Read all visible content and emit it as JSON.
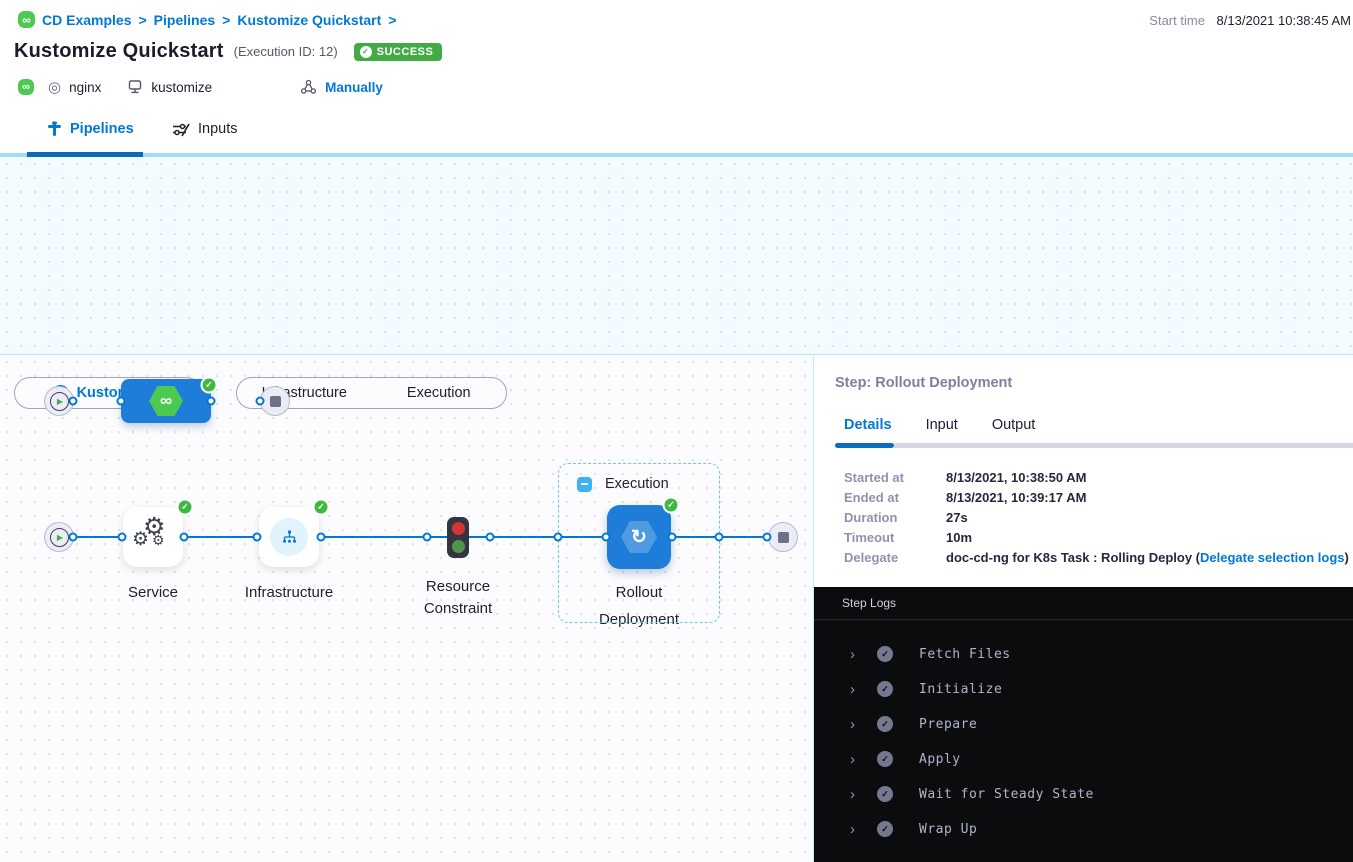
{
  "header": {
    "breadcrumb": {
      "separator": ">",
      "items": [
        "CD Examples",
        "Pipelines",
        "Kustomize Quickstart"
      ]
    },
    "start_time_label": "Start time",
    "start_time_value": "8/13/2021 10:38:45 AM",
    "title": "Kustomize Quickstart",
    "execution_id": "(Execution ID: 12)",
    "status": "SUCCESS",
    "service_name": "nginx",
    "environment_name": "kustomize",
    "trigger_label": "Manually"
  },
  "tabs": {
    "pipelines": "Pipelines",
    "inputs": "Inputs"
  },
  "stage_graph": {
    "stage_label": "Kustomize"
  },
  "execution_view": {
    "stage_selector_label": "Kustomize",
    "toggle": {
      "infrastructure": "Infrastructure",
      "execution": "Execution"
    },
    "steps": {
      "service_label": "Service",
      "infrastructure_label": "Infrastructure",
      "resource_constraint_line1": "Resource",
      "resource_constraint_line2": "Constraint",
      "execution_group_label": "Execution",
      "rollout_line1": "Rollout",
      "rollout_line2": "Deployment"
    }
  },
  "step_panel": {
    "title": "Step: Rollout Deployment",
    "tabs": [
      "Details",
      "Input",
      "Output"
    ],
    "active_tab": "Details",
    "details": [
      {
        "label": "Started at",
        "value": "8/13/2021, 10:38:50 AM"
      },
      {
        "label": "Ended at",
        "value": "8/13/2021, 10:39:17 AM"
      },
      {
        "label": "Duration",
        "value": "27s"
      },
      {
        "label": "Timeout",
        "value": "10m"
      },
      {
        "label": "Delegate",
        "value_prefix": "doc-cd-ng for K8s Task : Rolling Deploy (",
        "link": "Delegate selection logs",
        "value_suffix": ")"
      }
    ],
    "logs": {
      "title": "Step Logs",
      "items": [
        "Fetch Files",
        "Initialize",
        "Prepare",
        "Apply",
        "Wait for Steady State",
        "Wrap Up"
      ]
    }
  },
  "colors": {
    "accent": "#0278d5",
    "success": "#42ab45",
    "logo_green": "#4dc952",
    "node_blue": "#1e7dd8",
    "log_bg": "#0b0c0e"
  }
}
